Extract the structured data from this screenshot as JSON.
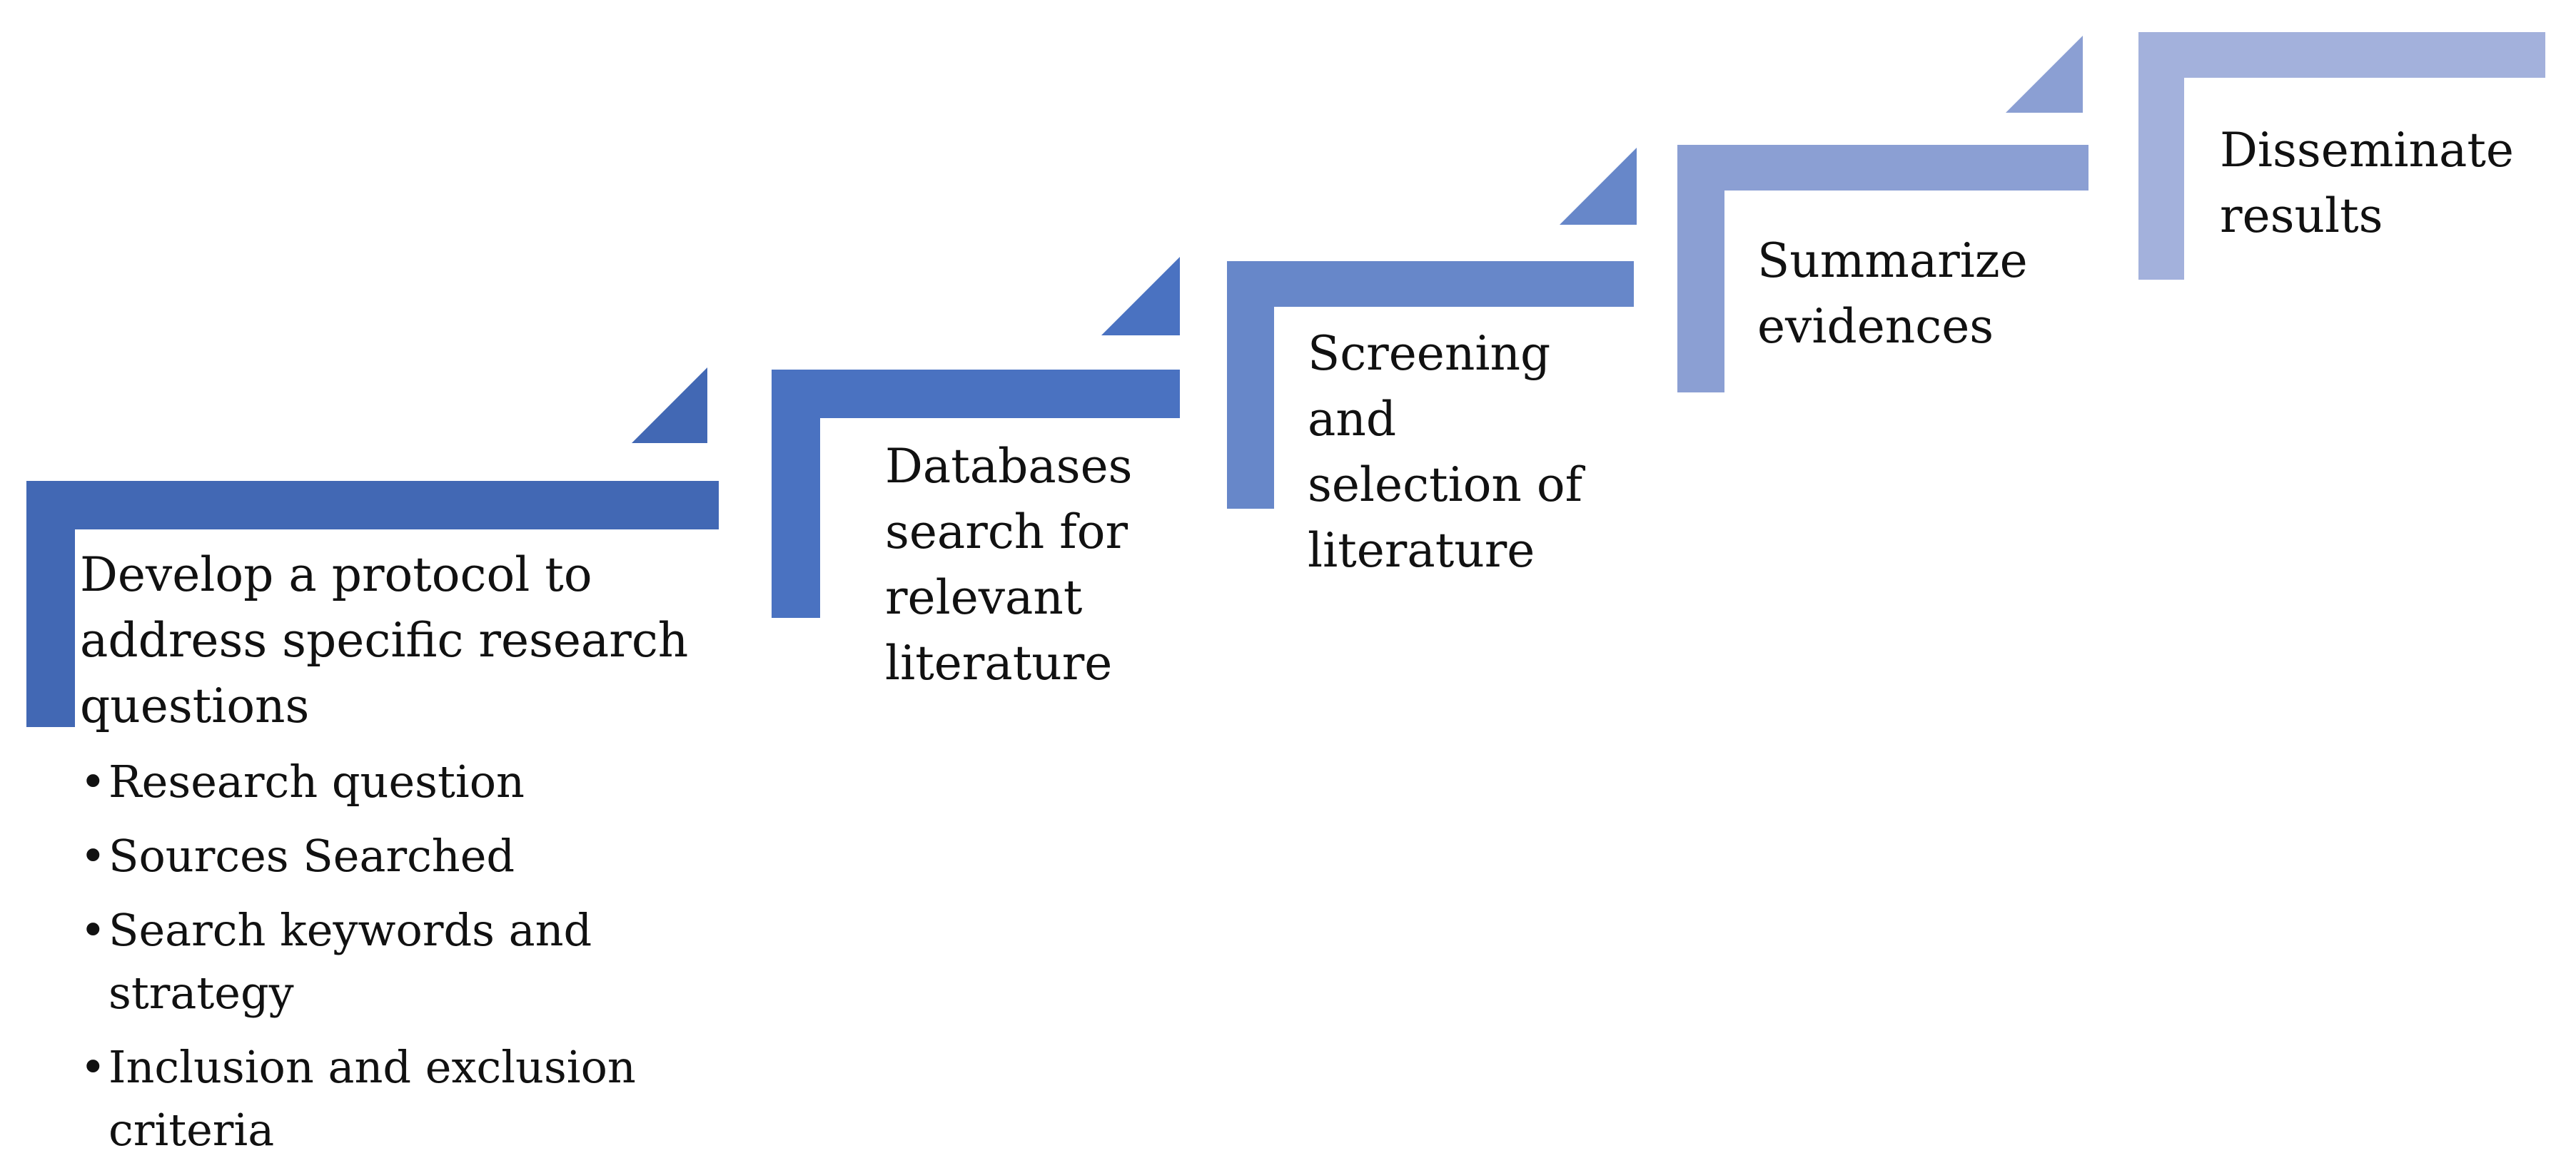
{
  "colors": {
    "step1": "#4268b4",
    "step2": "#4a72c1",
    "step3": "#6787c9",
    "step4": "#8b9fd3",
    "step5": "#a3b1dc"
  },
  "steps": [
    {
      "label": "Develop a protocol to\naddress specific research\nquestions",
      "bullets": [
        "Research question",
        "Sources Searched",
        "Search keywords and strategy",
        "Inclusion and exclusion criteria"
      ]
    },
    {
      "label": "Databases\nsearch for\nrelevant\nliterature"
    },
    {
      "label": "Screening\nand\nselection of\nliterature"
    },
    {
      "label": "Summarize\nevidences"
    },
    {
      "label": "Disseminate\nresults"
    }
  ]
}
